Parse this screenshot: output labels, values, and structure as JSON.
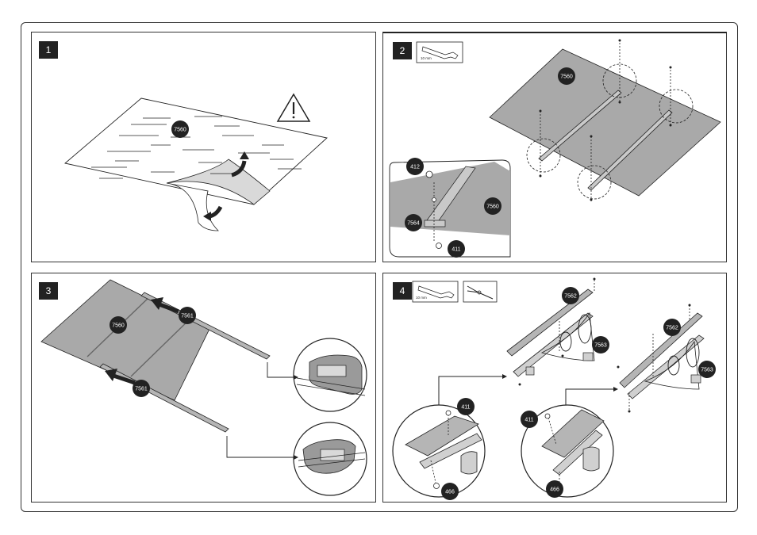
{
  "steps": [
    {
      "number": "1",
      "part_labels": [
        "7560"
      ]
    },
    {
      "number": "2",
      "tool_text": "10 mm",
      "part_labels": [
        "7560",
        "412",
        "7564",
        "7560",
        "411"
      ]
    },
    {
      "number": "3",
      "part_labels": [
        "7561",
        "7560",
        "7561"
      ]
    },
    {
      "number": "4",
      "tool_text": "10 mm",
      "part_labels": [
        "7562",
        "7563",
        "7562",
        "7563",
        "411",
        "466",
        "411",
        "466"
      ]
    }
  ],
  "icons": {
    "warning": "warning-triangle-icon",
    "wrench": "wrench-icon",
    "pliers": "pliers-icon",
    "arrow": "arrow-icon"
  },
  "colors": {
    "sheet_fill": "#a9a9a9",
    "label_fill": "#222222",
    "line": "#222222"
  }
}
